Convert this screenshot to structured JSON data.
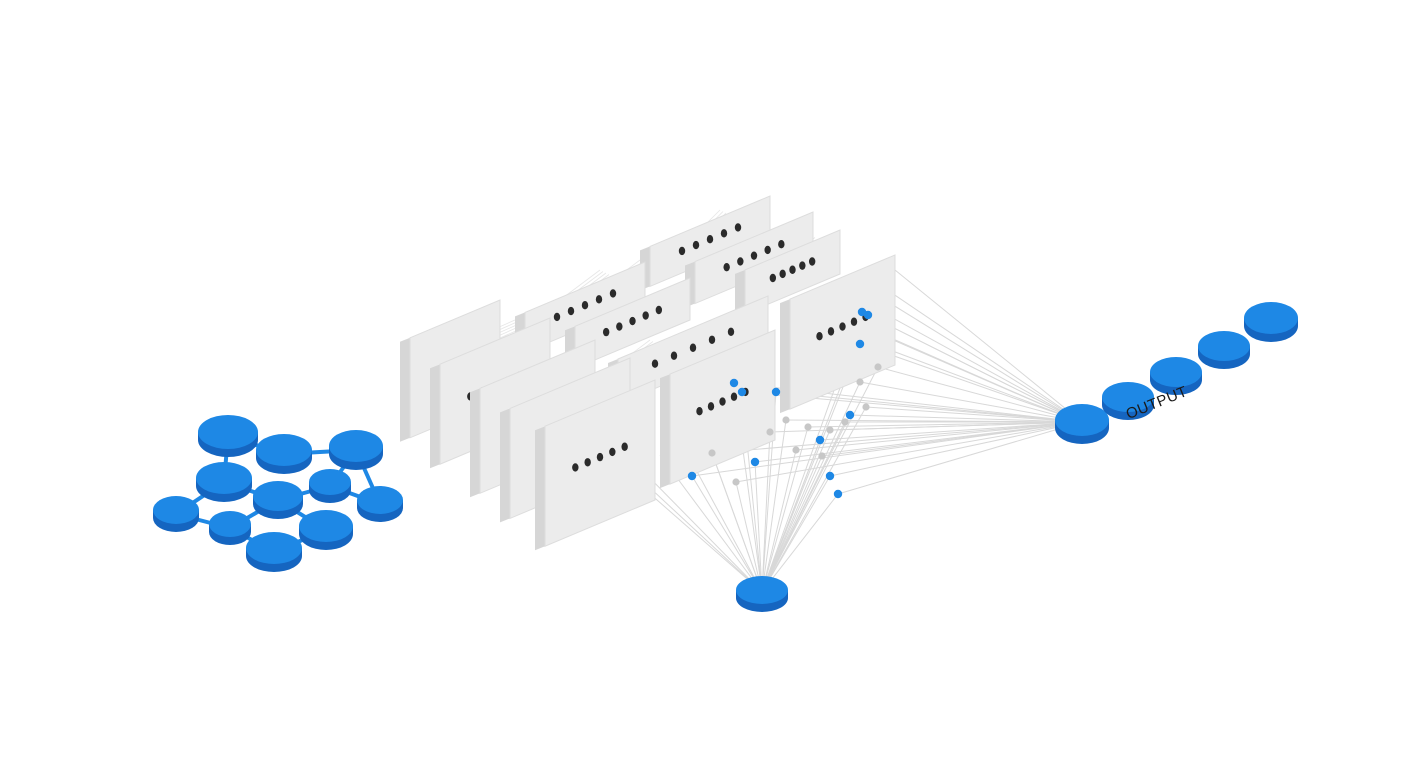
{
  "diagram": {
    "output_label": "OUTPUT",
    "colors": {
      "node_blue": "#1e88e5",
      "node_blue_side": "#1565c0",
      "panel_face": "#ececec",
      "panel_side": "#d6d6d6",
      "wire": "#d8d8d8",
      "dot_dark": "#2b2b2b",
      "dot_gray": "#c7c7c7"
    },
    "components": [
      "input-graph-cluster",
      "processing-panels",
      "hidden-nodes",
      "bottom-node",
      "output-node-row"
    ]
  }
}
